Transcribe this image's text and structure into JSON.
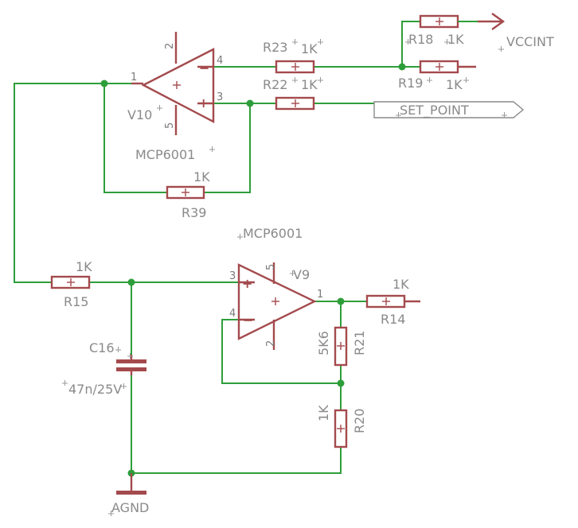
{
  "components": {
    "r23": {
      "name": "R23",
      "value": "1K"
    },
    "r22": {
      "name": "R22",
      "value": "1K"
    },
    "r18": {
      "name": "R18",
      "value": "1K"
    },
    "r19": {
      "name": "R19",
      "value": "1K"
    },
    "r39": {
      "name": "R39",
      "value": "1K"
    },
    "r15": {
      "name": "R15",
      "value": "1K"
    },
    "r14": {
      "name": "R14",
      "value": "1K"
    },
    "r21": {
      "name": "R21",
      "value": "5K6"
    },
    "r20": {
      "name": "R20",
      "value": "1K"
    },
    "c16": {
      "name": "C16",
      "value": "47n/25V"
    },
    "v10": {
      "name": "V10",
      "part": "MCP6001",
      "pins": {
        "out": "1",
        "inv": "4",
        "noninv": "3",
        "vdd": "2",
        "vss": "5"
      }
    },
    "v9": {
      "name": "V9",
      "part": "MCP6001",
      "pins": {
        "out": "1",
        "inv": "4",
        "noninv": "3",
        "vdd": "5",
        "vss": "2"
      }
    }
  },
  "nets": {
    "vccint": "VCCINT",
    "set_point": "SET_POINT",
    "agnd": "AGND"
  },
  "symbols": {
    "plus": "+",
    "minus": "−"
  },
  "colors": {
    "wire": "#2e9e3a",
    "component": "#a44a4d",
    "label": "#8a8a8a"
  }
}
